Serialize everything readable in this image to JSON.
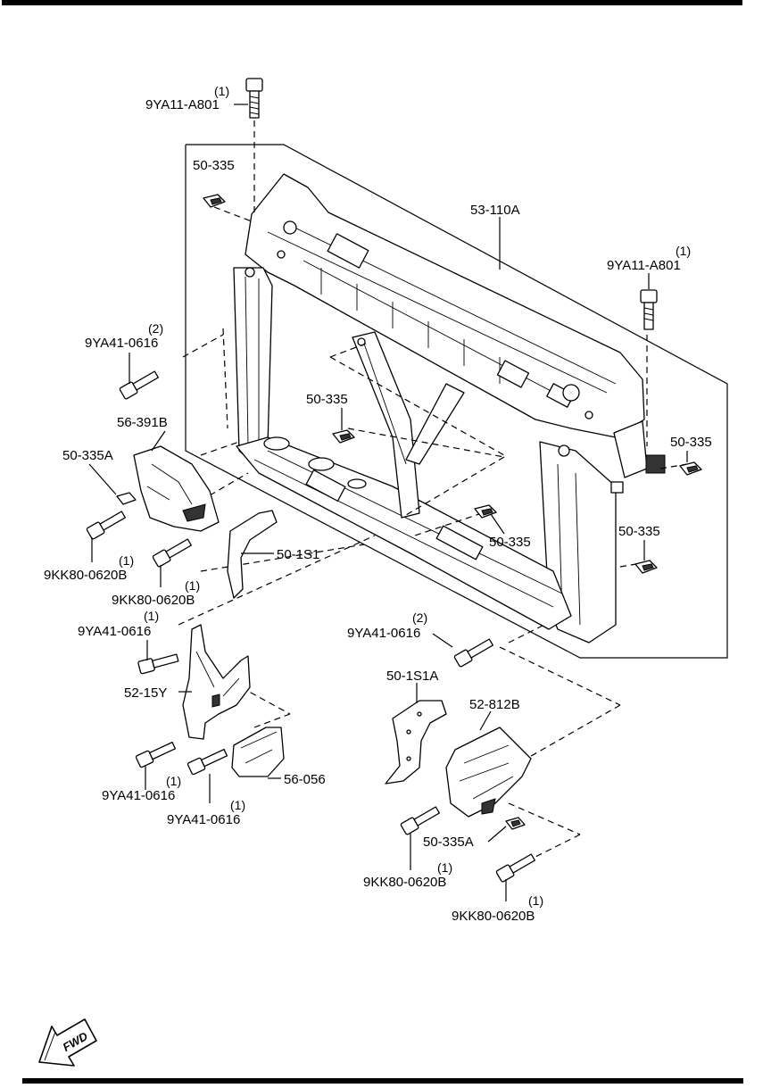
{
  "labels": {
    "bolt_top": {
      "qty": "(1)",
      "code": "9YA11-A801"
    },
    "bolt_right_top": {
      "qty": "(1)",
      "code": "9YA11-A801"
    },
    "nut_top_left": {
      "code": "50-335"
    },
    "panel_main": {
      "code": "53-110A"
    },
    "bolt_left_mid": {
      "qty": "(2)",
      "code": "9YA41-0616"
    },
    "nut_center": {
      "code": "50-335"
    },
    "nut_right_1": {
      "code": "50-335"
    },
    "bracket_left": {
      "code": "56-391B"
    },
    "nut_left_a": {
      "code": "50-335A"
    },
    "nut_bottom_center": {
      "code": "50-335"
    },
    "nut_right_2": {
      "code": "50-335"
    },
    "duct_left": {
      "code": "50-1S1"
    },
    "bolt_left_1": {
      "qty": "(1)",
      "code": "9KK80-0620B"
    },
    "bolt_left_2": {
      "qty": "(1)",
      "code": "9KK80-0620B"
    },
    "bolt_bracket_top": {
      "qty": "(1)",
      "code": "9YA41-0616"
    },
    "bolt_right_mid": {
      "qty": "(2)",
      "code": "9YA41-0616"
    },
    "bracket_15y": {
      "code": "52-15Y"
    },
    "duct_right": {
      "code": "50-1S1A"
    },
    "bracket_812b": {
      "code": "52-812B"
    },
    "cover_056": {
      "code": "56-056"
    },
    "bolt_bottom_1": {
      "qty": "(1)",
      "code": "9YA41-0616"
    },
    "bolt_bottom_2": {
      "qty": "(1)",
      "code": "9YA41-0616"
    },
    "nut_right_a": {
      "code": "50-335A"
    },
    "bolt_bottom_right_1": {
      "qty": "(1)",
      "code": "9KK80-0620B"
    },
    "bolt_bottom_right_2": {
      "qty": "(1)",
      "code": "9KK80-0620B"
    },
    "fwd": "FWD"
  }
}
